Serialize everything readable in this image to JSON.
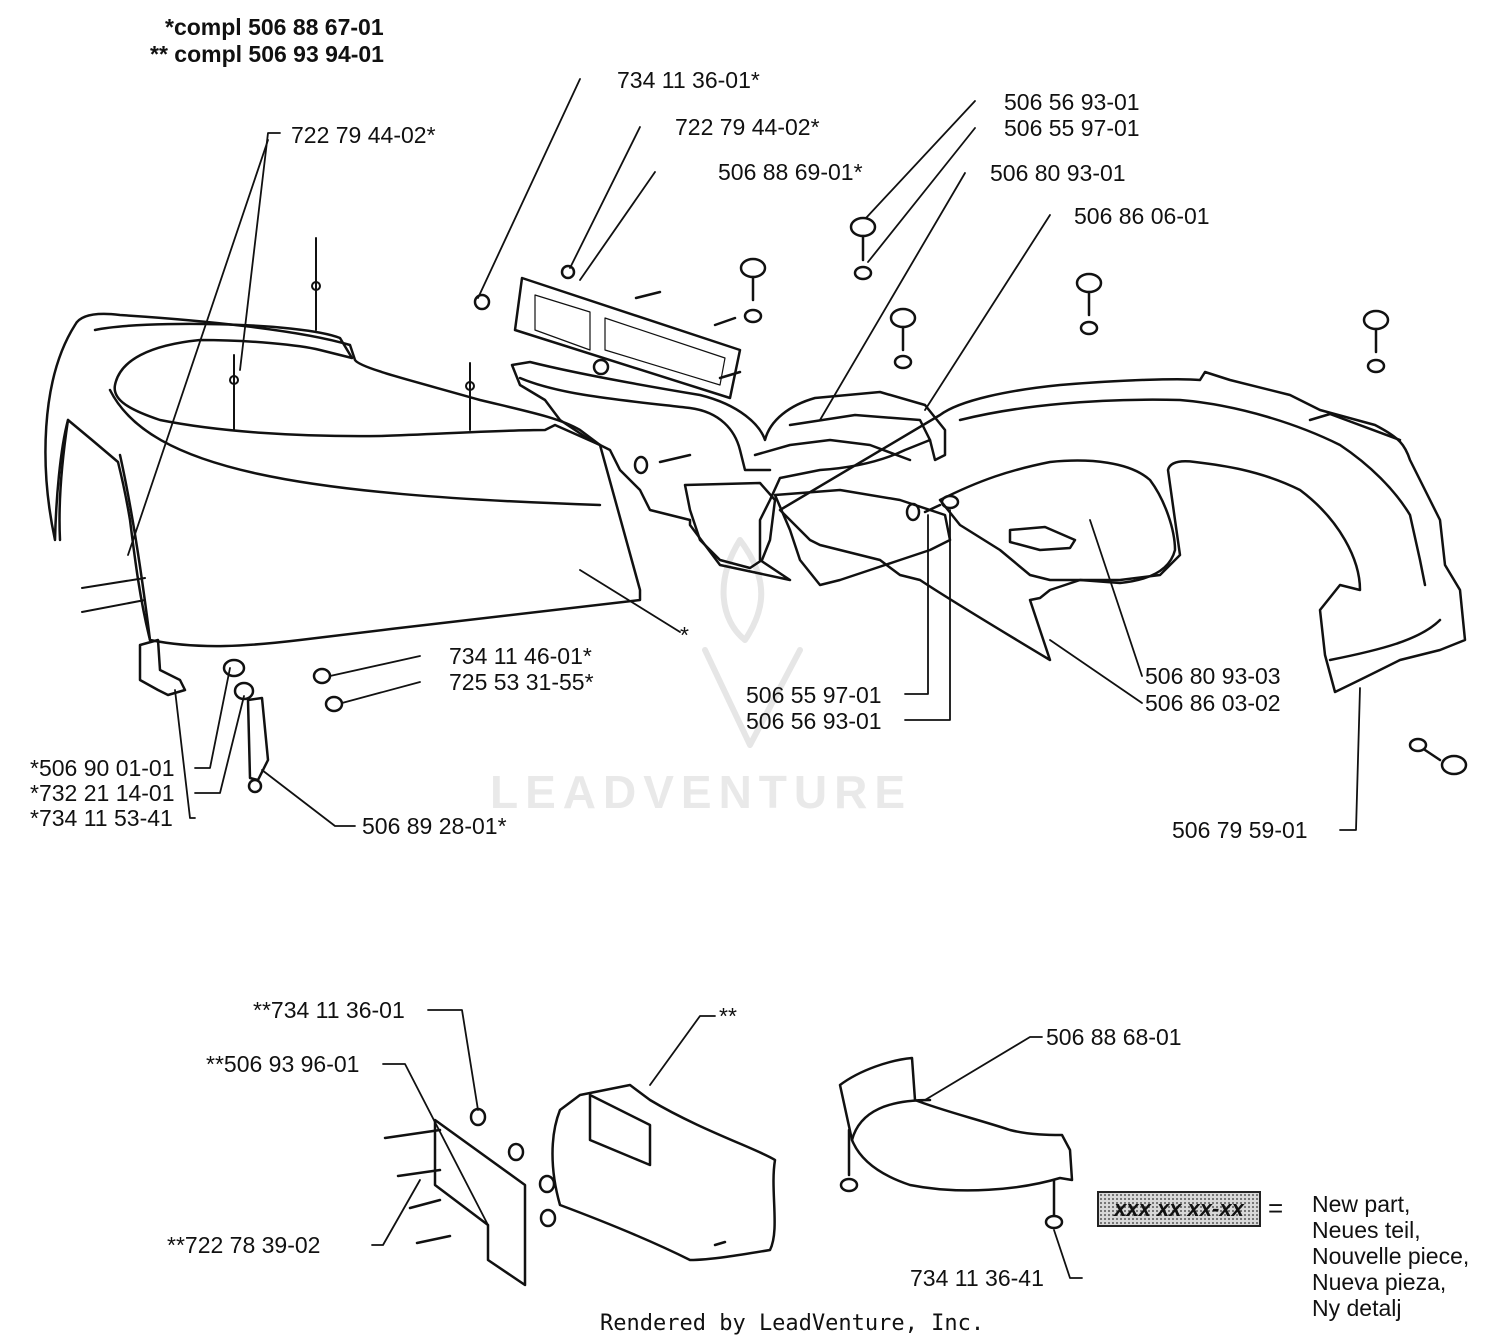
{
  "header": {
    "line1": "*compl 506 88 67-01",
    "line2": "** compl 506 93 94-01"
  },
  "labels": {
    "l_734_11_36_01s": "734 11 36-01*",
    "l_722_79_44_02s_top": "722 79 44-02*",
    "l_722_79_44_02s_left": "722 79 44-02*",
    "l_506_88_69_01s": "506 88 69-01*",
    "l_506_56_93_01_top": "506 56 93-01",
    "l_506_55_97_01_top": "506 55 97-01",
    "l_506_80_93_01": "506 80 93-01",
    "l_506_86_06_01": "506 86 06-01",
    "l_734_11_46_01s": "734 11 46-01*",
    "l_725_53_31_55s": "725 53 31-55*",
    "l_star": "*",
    "l_506_55_97_01_bot": "506 55 97-01",
    "l_506_56_93_01_bot": "506 56 93-01",
    "l_506_80_93_03": "506 80 93-03",
    "l_506_86_03_02": "506 86 03-02",
    "l_s506_90_01_01": "*506 90 01-01",
    "l_s732_21_14_01": "*732 21 14-01",
    "l_s734_11_53_41": "*734 11 53-41",
    "l_506_89_28_01s": "506 89 28-01*",
    "l_506_79_59_01": "506 79 59-01",
    "l_ss734_11_36_01": "**734 11 36-01",
    "l_ss506_93_96_01": "**506 93 96-01",
    "l_ss722_78_39_02": "**722 78 39-02",
    "l_starstar": "**",
    "l_506_88_68_01": "506 88 68-01",
    "l_734_11_36_41": "734 11 36-41"
  },
  "legend": {
    "sample": "xxx xx xx-xx",
    "equals": "=",
    "lines": [
      "New part,",
      "Neues teil,",
      "Nouvelle piece,",
      "Nueva pieza,",
      "Ny detalj"
    ]
  },
  "watermark": "LEADVENTURE",
  "footer": "Rendered by LeadVenture, Inc."
}
